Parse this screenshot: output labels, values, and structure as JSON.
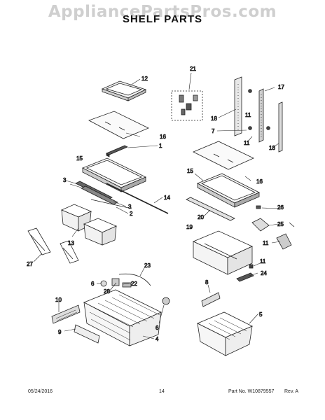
{
  "watermark": "AppliancePartsPros.com",
  "title": "SHELF PARTS",
  "footer": {
    "date": "05/24/2016",
    "page": "14",
    "part_no": "Part No. W10879557",
    "rev": "Rev. A"
  },
  "callouts": [
    "12",
    "21",
    "17",
    "16",
    "1",
    "11",
    "18",
    "7",
    "11",
    "18",
    "15",
    "16",
    "15",
    "3",
    "3",
    "2",
    "14",
    "26",
    "20",
    "25",
    "19",
    "13",
    "11",
    "27",
    "11",
    "24",
    "23",
    "6",
    "22",
    "28",
    "8",
    "10",
    "6",
    "5",
    "9",
    "4"
  ]
}
